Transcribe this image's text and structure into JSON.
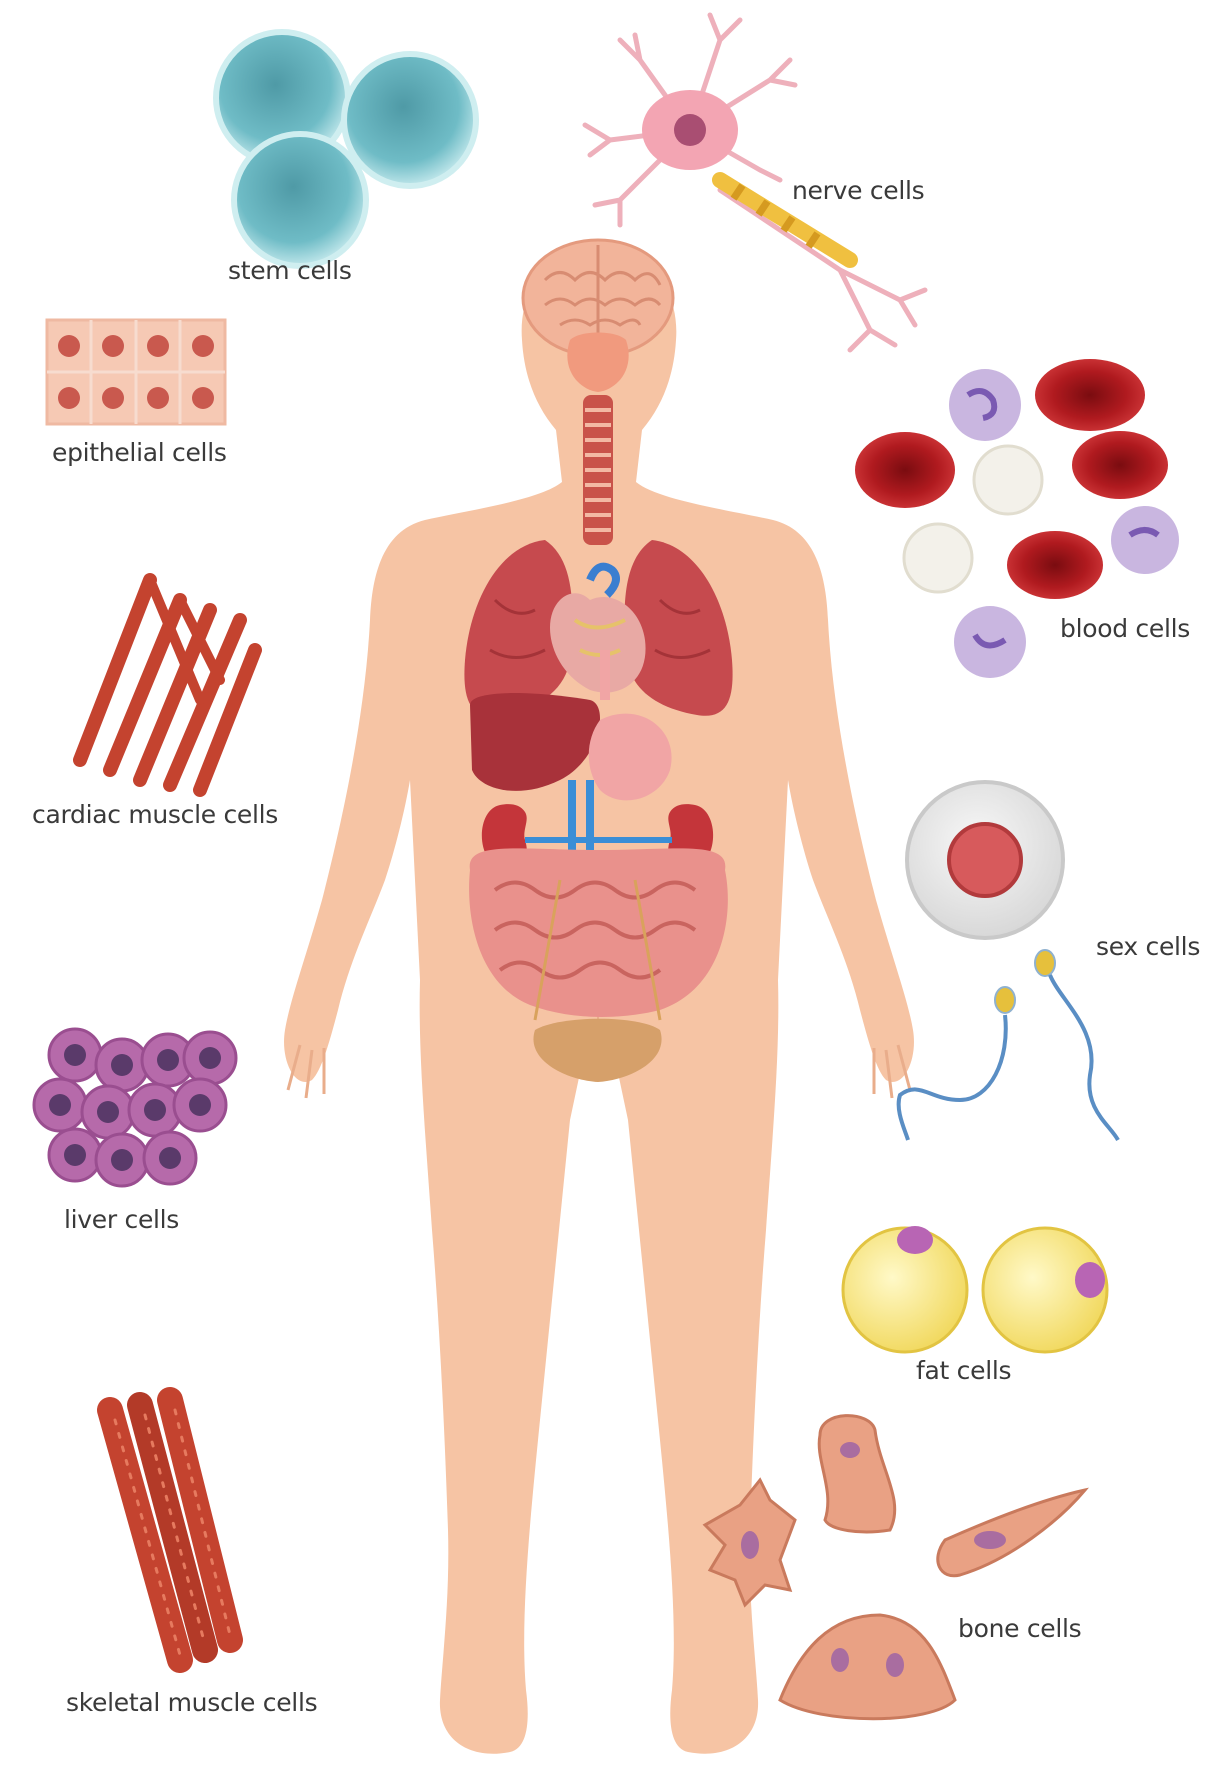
{
  "labels": {
    "stem": "stem cells",
    "nerve": "nerve cells",
    "epithelial": "epithelial cells",
    "blood": "blood cells",
    "cardiac": "cardiac muscle cells",
    "sex": "sex cells",
    "liver": "liver cells",
    "fat": "fat cells",
    "bone": "bone cells",
    "skeletal": "skeletal muscle cells"
  },
  "colors": {
    "skin": "#f6c4a4",
    "stem": "#7cc6cf",
    "nerve": "#f2b6c0",
    "epithelial": "#f6c9b4",
    "red_blood": "#b81e22",
    "white_blood": "#b9a6d8",
    "muscle": "#c4432f",
    "liver": "#a65a9e",
    "fat": "#f4e37a",
    "bone": "#e9a184",
    "lung": "#c64a4e",
    "kidney": "#c4353a",
    "vessel": "#3a8ed6"
  }
}
